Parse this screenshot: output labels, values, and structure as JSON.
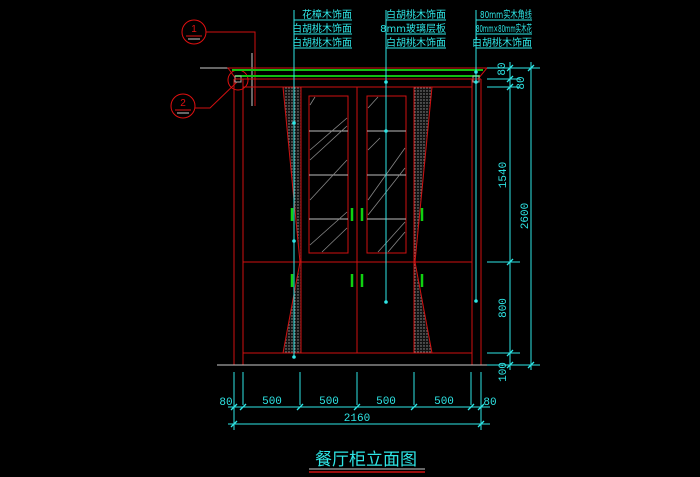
{
  "drawing": {
    "title": "餐厅柜立面图",
    "colors": {
      "background": "#000000",
      "outline": "#d01010",
      "annotation": "#2ee6e6",
      "cornice": "#10c010",
      "glass": "#c0c0c0"
    },
    "callouts": [
      {
        "number": "1"
      },
      {
        "number": "2"
      }
    ],
    "labels_left": [
      "花樟木饰面",
      "白胡桃木饰面",
      "白胡桃木饰面"
    ],
    "labels_middle": [
      "白胡桃木饰面",
      "8mm玻璃层板",
      "白胡桃木饰面"
    ],
    "labels_right": [
      "80mm实木角线",
      "80mm×80mm实木花",
      "白胡桃木饰面"
    ],
    "dims_bottom": [
      "80",
      "500",
      "500",
      "500",
      "500",
      "80"
    ],
    "dim_total_width": "2160",
    "dims_right": [
      "80",
      "80",
      "1540",
      "800",
      "100"
    ],
    "dim_total_height": "2600"
  }
}
